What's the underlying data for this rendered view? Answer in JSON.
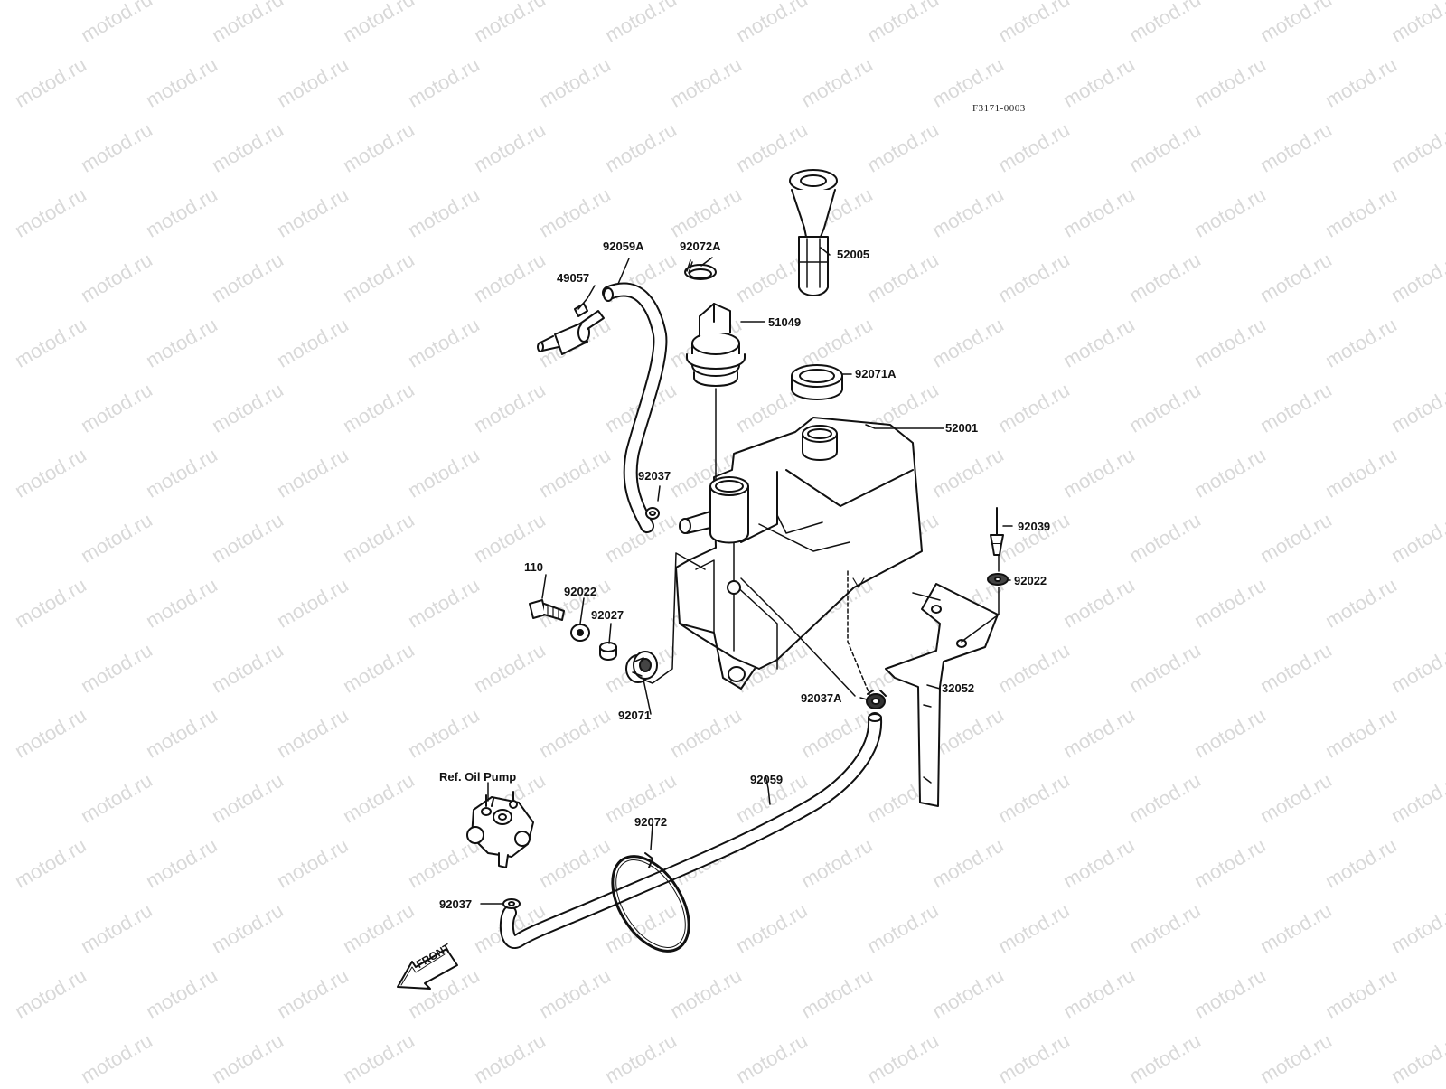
{
  "watermark": "motod.ru",
  "figure_code": "F3171-0003",
  "front_label": "FRONT",
  "parts": [
    {
      "id": "92059A",
      "label": "92059A"
    },
    {
      "id": "92072A",
      "label": "92072A"
    },
    {
      "id": "49057",
      "label": "49057"
    },
    {
      "id": "52005",
      "label": "52005"
    },
    {
      "id": "51049",
      "label": "51049"
    },
    {
      "id": "92071A",
      "label": "92071A"
    },
    {
      "id": "52001",
      "label": "52001"
    },
    {
      "id": "92037-top",
      "label": "92037"
    },
    {
      "id": "92039",
      "label": "92039"
    },
    {
      "id": "110",
      "label": "110"
    },
    {
      "id": "92022-left",
      "label": "92022"
    },
    {
      "id": "92022-right",
      "label": "92022"
    },
    {
      "id": "92027",
      "label": "92027"
    },
    {
      "id": "92071",
      "label": "92071"
    },
    {
      "id": "92037A",
      "label": "92037A"
    },
    {
      "id": "32052",
      "label": "32052"
    },
    {
      "id": "ref-oil-pump",
      "label": "Ref. Oil Pump"
    },
    {
      "id": "92059",
      "label": "92059"
    },
    {
      "id": "92072",
      "label": "92072"
    },
    {
      "id": "92037-bottom",
      "label": "92037"
    }
  ]
}
